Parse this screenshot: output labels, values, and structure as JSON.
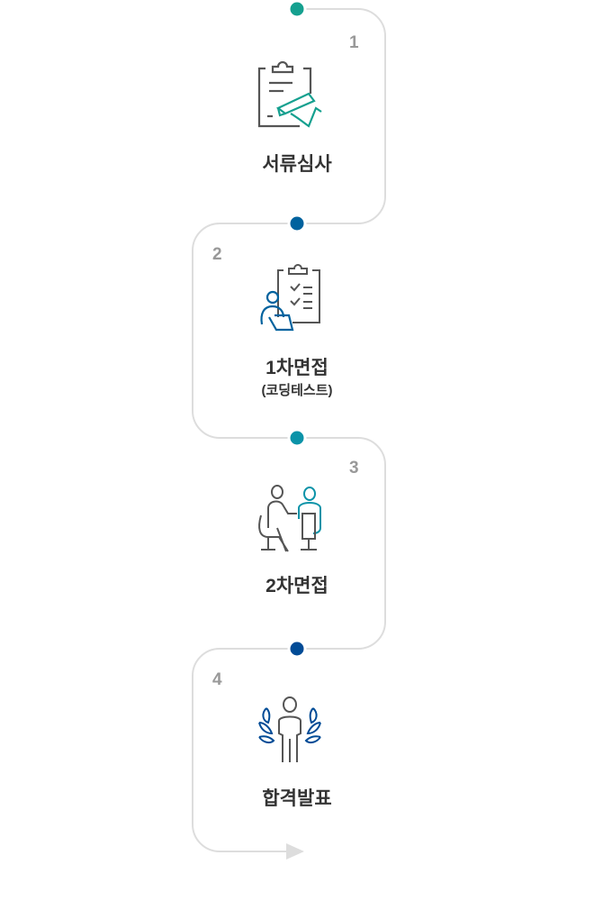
{
  "steps": [
    {
      "number": "1",
      "title": "서류심사",
      "icon": "clipboard-writing-icon",
      "color": "#15a08f"
    },
    {
      "number": "2",
      "title": "1차면접",
      "subtitle": "(코딩테스트)",
      "icon": "person-checklist-icon",
      "color": "#00629e"
    },
    {
      "number": "3",
      "title": "2차면접",
      "icon": "interview-icon",
      "color": "#0b93a8"
    },
    {
      "number": "4",
      "title": "합격발표",
      "icon": "laurel-person-icon",
      "color": "#004b96"
    }
  ]
}
